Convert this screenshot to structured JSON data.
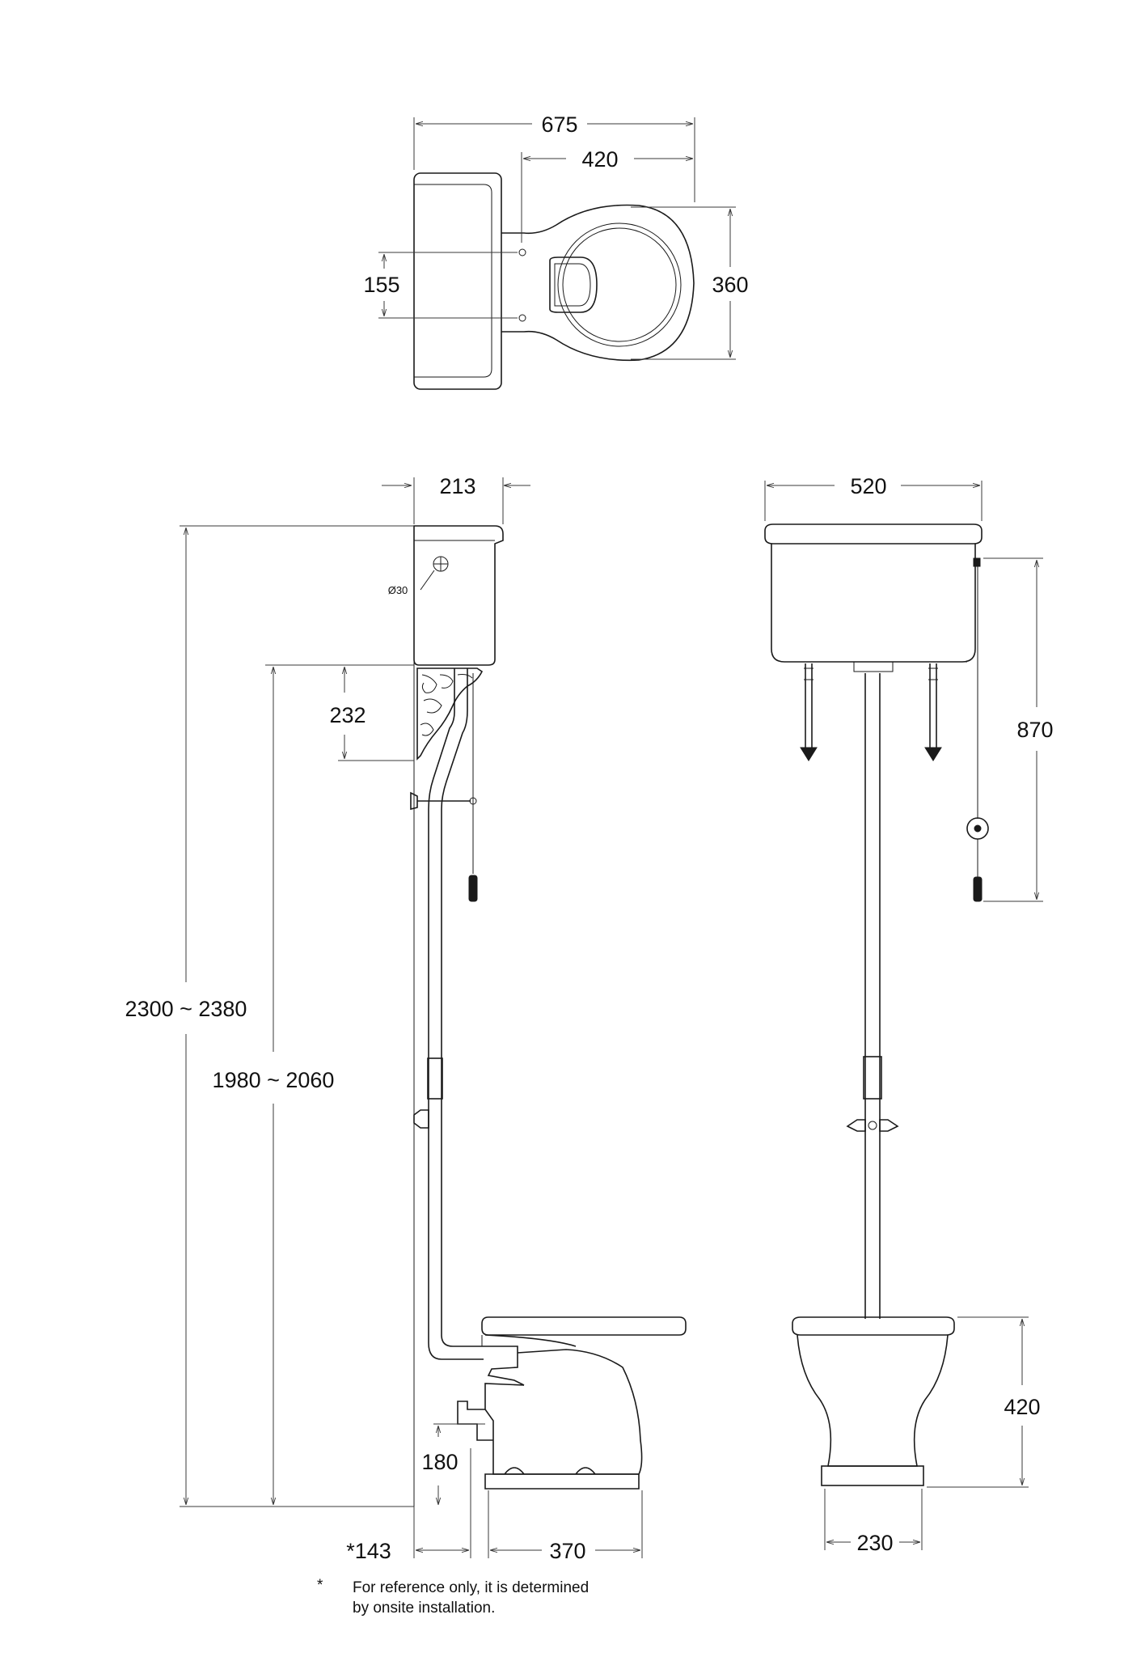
{
  "dimensions": {
    "top_total_length": "675",
    "top_pan_length": "420",
    "top_fixing_centres": "155",
    "top_pan_width": "360",
    "side_cistern_depth": "213",
    "side_overflow": "Ø30",
    "side_total_height": "2300 ~ 2380",
    "side_cistern_bottom_height": "1980 ~ 2060",
    "side_bracket_height": "232",
    "side_outlet_height": "180",
    "side_wall_to_outlet": "*143",
    "side_pan_base_length": "370",
    "front_cistern_width": "520",
    "front_chain_length": "870",
    "front_pan_height": "420",
    "front_pan_base_width": "230"
  },
  "footnote": {
    "marker": "*",
    "line1": "For reference only, it is determined",
    "line2": "by onsite installation."
  }
}
